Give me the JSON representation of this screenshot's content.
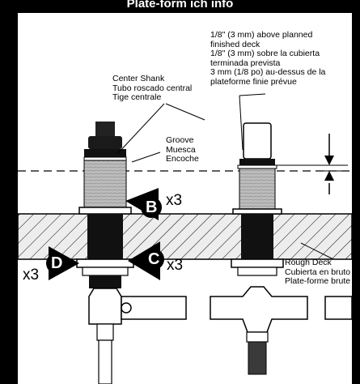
{
  "header": {
    "title": "Plate-form ich info"
  },
  "labels": {
    "center_shank": [
      "Center Shank",
      "Tubo roscado central",
      "Tige centrale"
    ],
    "groove": [
      "Groove",
      "Muesca",
      "Encoche"
    ],
    "above_deck": [
      "1/8\" (3 mm) above planned",
      "finished deck",
      "1/8\" (3 mm) sobre la cubierta",
      "terminada prevista",
      "3 mm (1/8 po) au-dessus de la",
      "plateforme finie prévue"
    ],
    "rough_deck": [
      "Rough Deck",
      "Cubierta en bruto",
      "Plate-forme brute"
    ]
  },
  "callouts": {
    "b": {
      "letter": "B",
      "multiplier": "x3"
    },
    "c": {
      "letter": "C",
      "multiplier": "x3"
    },
    "d": {
      "letter": "D",
      "multiplier": "x3"
    }
  },
  "colors": {
    "ink": "#000000",
    "hatch_bg": "#ededed",
    "shank_gray": "#bdbdbd",
    "white": "#ffffff"
  }
}
